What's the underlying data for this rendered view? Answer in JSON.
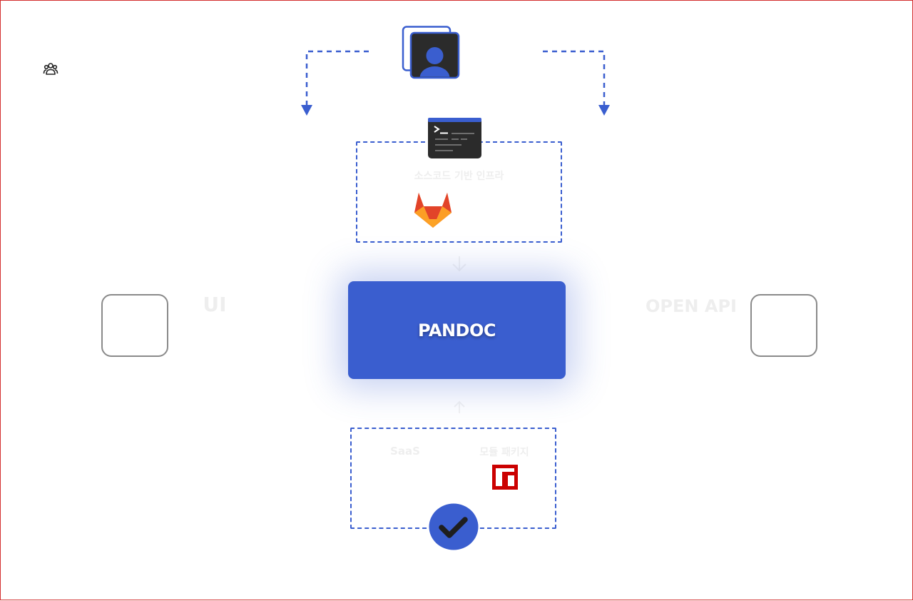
{
  "diagram": {
    "center": {
      "label": "PANDOC"
    },
    "left": {
      "label": "UI"
    },
    "right": {
      "label": "OPEN API"
    },
    "top_group": {
      "label": "소스코드 기반 인프라"
    },
    "bottom_group": {
      "labels": [
        "SaaS",
        "모듈 패키지"
      ]
    }
  },
  "icons": {
    "top_left": "users-group-icon",
    "user": "user-avatar-icon",
    "terminal": "terminal-icon",
    "gitlab": "gitlab-icon",
    "npm": "npm-icon",
    "check": "check-circle-icon"
  },
  "colors": {
    "accent": "#3a5ecf",
    "dark": "#2b2b2b",
    "frame": "#d32f2f",
    "gitlab_dark": "#e24329",
    "gitlab_mid": "#fc6d26",
    "gitlab_light": "#fca326",
    "npm": "#cb0000"
  }
}
